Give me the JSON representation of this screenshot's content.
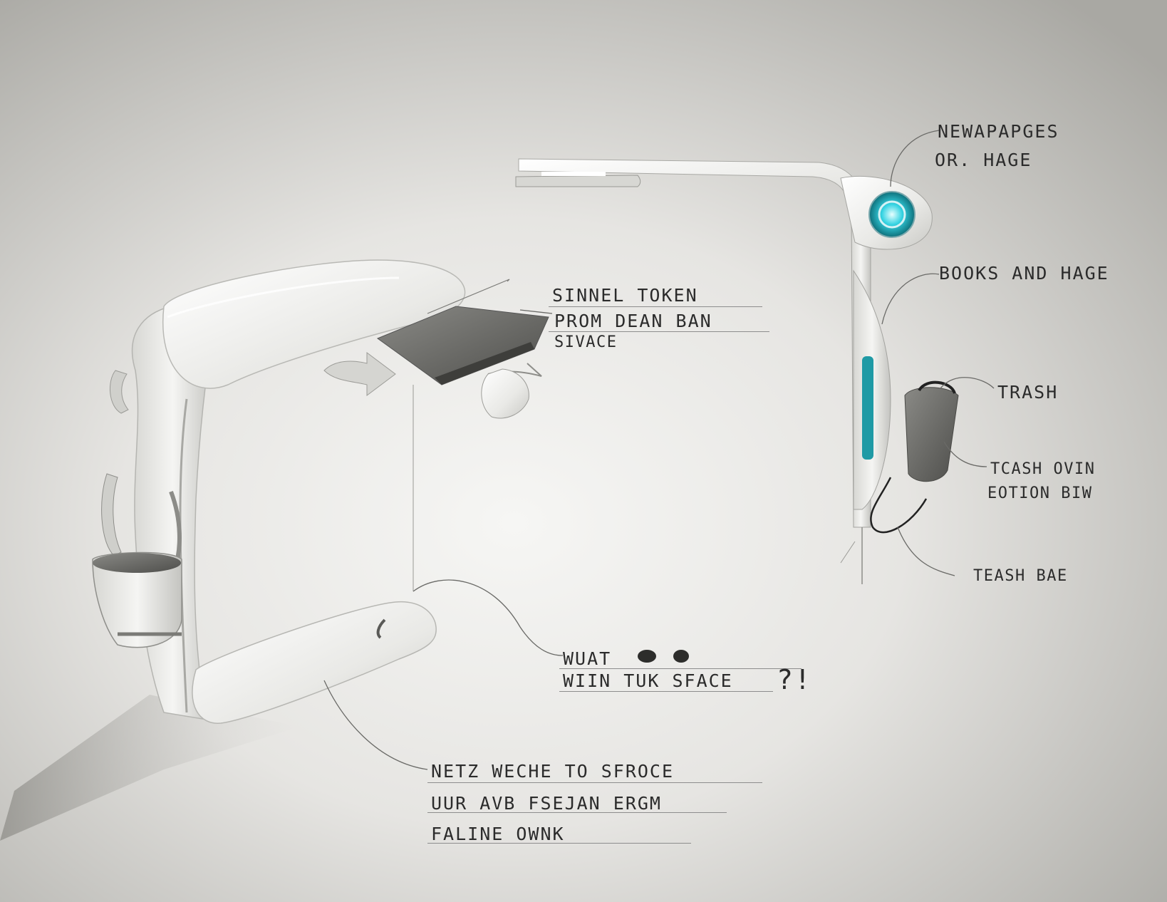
{
  "scene": {
    "background_light": "#f4f4f2",
    "background_dark": "#a9a8a3",
    "accent_color": "#26c6d6",
    "product_color": "#ecece9"
  },
  "annotations": {
    "newspapers": [
      "NEWAPAPGES",
      "OR. HAGE"
    ],
    "books": "BOOKS AND HAGE",
    "trash": "TRASH",
    "trash_own": [
      "TCASH OVIN",
      "EOTION BIW"
    ],
    "trash_bag": "TEASH BAE",
    "swivel": [
      "SINNEL TOKEN",
      "PROM DEAN BAN",
      "SIVACE"
    ],
    "what": [
      "WUAT",
      "WIIN TUK SFACE"
    ],
    "question_mark": "?!",
    "notes": [
      "NETZ WECHE TO SFROCE",
      "UUR AVB FSEJAN ERGM",
      "FALINE OWNK"
    ]
  }
}
